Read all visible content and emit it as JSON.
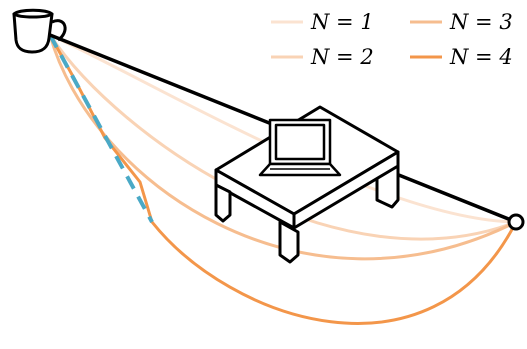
{
  "legend": {
    "items": [
      {
        "label": "N = 1",
        "color": "#fbe3d1"
      },
      {
        "label": "N = 3",
        "color": "#f6bd8f"
      },
      {
        "label": "N = 2",
        "color": "#f9d3b5"
      },
      {
        "label": "N = 4",
        "color": "#f3964a"
      }
    ]
  },
  "colors": {
    "ink": "#000000",
    "dashed_path": "#4aa9c6"
  },
  "icons": {
    "start": "mug-icon",
    "obstacle": "table-icon",
    "laptop": "laptop-icon",
    "goal": "goal-circle-icon"
  }
}
